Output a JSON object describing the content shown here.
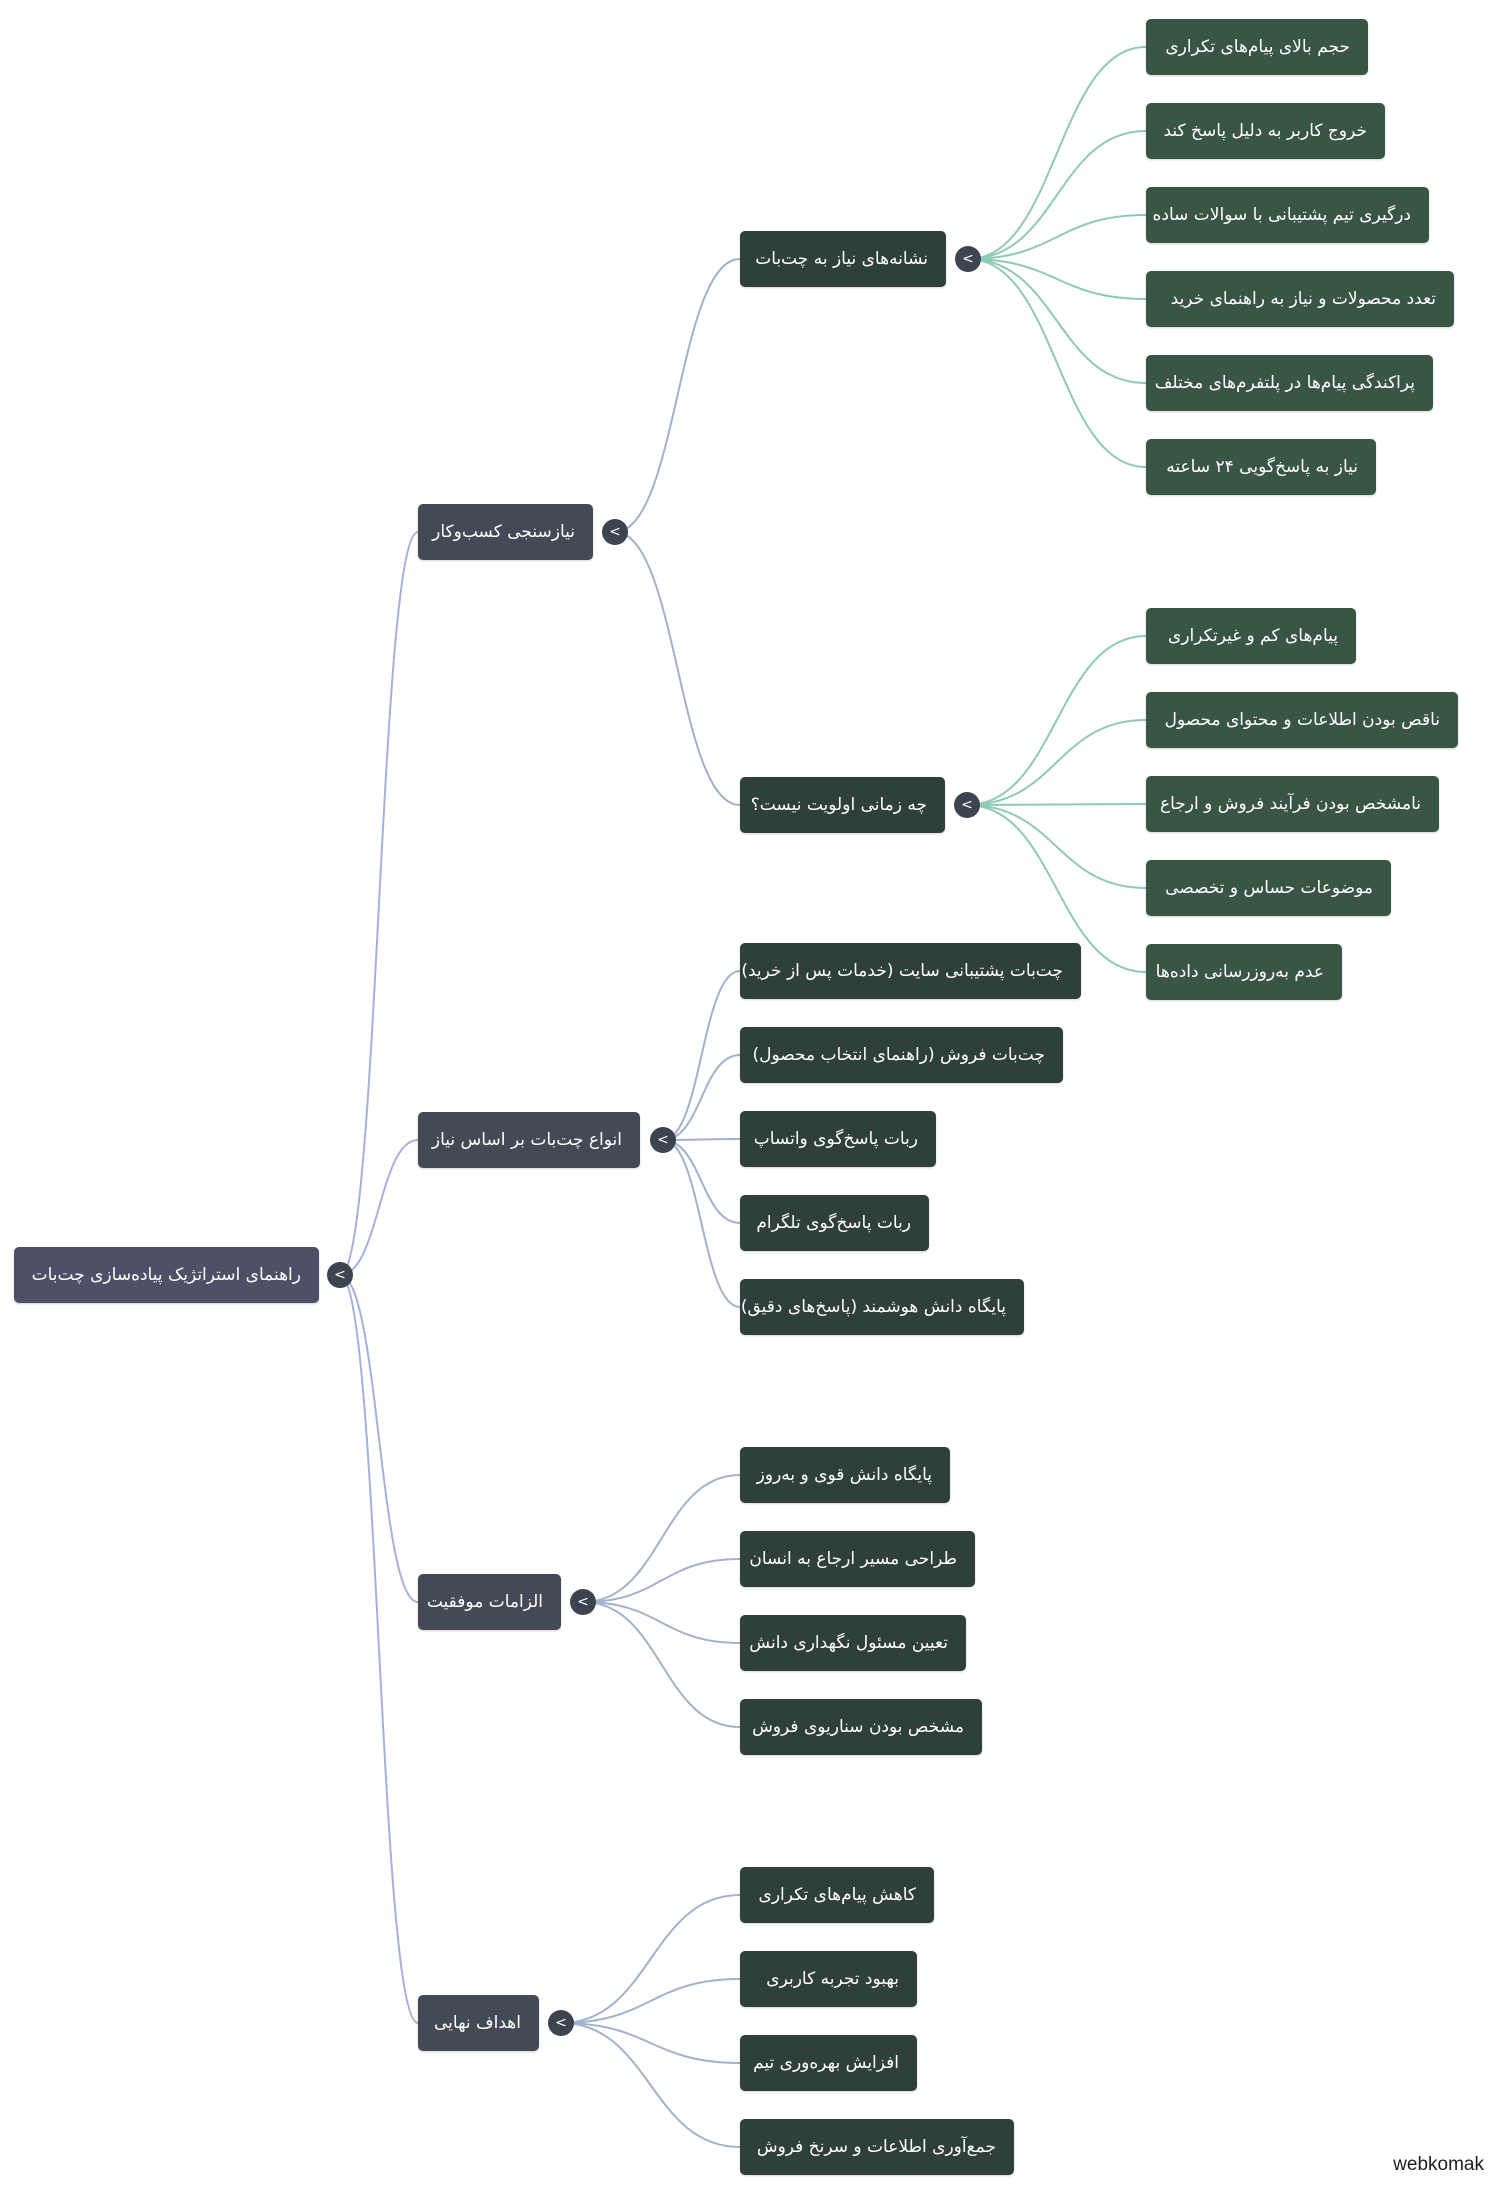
{
  "root": {
    "label": "راهنمای استراتژیک پیاده‌سازی چت‌بات",
    "children": [
      {
        "label": "نیازسنجی کسب‌وکار",
        "children": [
          {
            "label": "نشانه‌های نیاز به چت‌بات",
            "children": [
              "حجم بالای پیام‌های تکراری",
              "خروج کاربر به دلیل پاسخ کند",
              "درگیری تیم پشتیبانی با سوالات ساده",
              "تعدد محصولات و نیاز به راهنمای خرید",
              "پراکندگی پیام‌ها در پلتفرم‌های مختلف",
              "نیاز به پاسخ‌گویی ۲۴ ساعته"
            ]
          },
          {
            "label": "چه زمانی اولویت نیست؟",
            "children": [
              "پیام‌های کم و غیرتکراری",
              "ناقص بودن اطلاعات و محتوای محصول",
              "نامشخص بودن فرآیند فروش و ارجاع",
              "موضوعات حساس و تخصصی",
              "عدم به‌روزرسانی داده‌ها"
            ]
          }
        ]
      },
      {
        "label": "انواع چت‌بات بر اساس نیاز",
        "children": [
          "چت‌بات پشتیبانی سایت (خدمات پس از خرید)",
          "چت‌بات فروش (راهنمای انتخاب محصول)",
          "ربات پاسخ‌گوی واتساپ",
          "ربات پاسخ‌گوی تلگرام",
          "پایگاه دانش هوشمند (پاسخ‌های دقیق)"
        ]
      },
      {
        "label": "الزامات موفقیت",
        "children": [
          "پایگاه دانش قوی و به‌روز",
          "طراحی مسیر ارجاع به انسان",
          "تعیین مسئول نگهداری دانش",
          "مشخص بودن سناریوی فروش"
        ]
      },
      {
        "label": "اهداف نهایی",
        "children": [
          "کاهش پیام‌های تکراری",
          "بهبود تجربه کاربری",
          "افزایش بهره‌وری تیم",
          "جمع‌آوری اطلاعات و سرنخ فروش"
        ]
      }
    ]
  },
  "toggle_glyph": "<",
  "watermark": "webkomak",
  "colors": {
    "edge_main": "#a6b0e0",
    "edge_branch": "#9fb3cc",
    "edge_leaf": "#8fcab4",
    "root_fill": "#4d5066",
    "level1_fill": "#434a55",
    "level2_fill": "#2f3f3a",
    "level3_fill": "#395543"
  }
}
